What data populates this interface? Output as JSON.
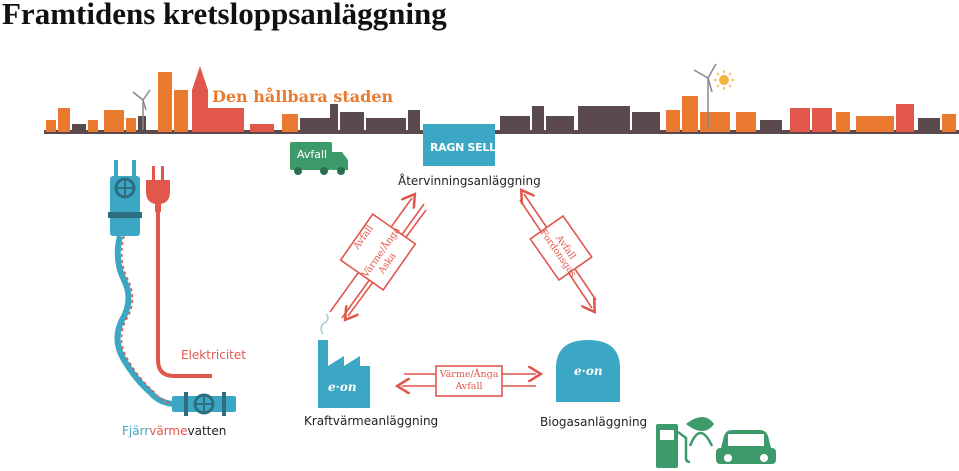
{
  "title": "Framtidens kretsloppsanläggning",
  "city": {
    "label": "Den hållbara staden"
  },
  "truck": {
    "label": "Avfall"
  },
  "recycling": {
    "logo_text": "RAGN SELLS",
    "label": "Återvinningsanläggning"
  },
  "left_flow": {
    "lines": [
      "Avfall",
      "Värme/Ånga",
      "Aska"
    ]
  },
  "right_flow": {
    "lines": [
      "Avfall",
      "Fordonsgas"
    ]
  },
  "middle_flow": {
    "lines": [
      "Värme/Ånga",
      "Avfall"
    ]
  },
  "electricity": {
    "label": "Elektricitet"
  },
  "district_heating": {
    "part1": "Fjärr",
    "part2": "värme",
    "part3": "vatten"
  },
  "chp_plant": {
    "logo": "e·on",
    "label": "Kraftvärmeanläggning"
  },
  "biogas_plant": {
    "logo": "e·on",
    "label": "Biogasanläggning"
  },
  "colors": {
    "red": "#e2574c",
    "blue": "#3ba7c4",
    "orange": "#ea7a2f",
    "dark": "#5a4a4e",
    "green": "#3d9a6a",
    "eon_blue": "#3ba7c4"
  },
  "icons": [
    "power-plug-icon",
    "pipe-valve-icon",
    "garbage-truck-icon",
    "wind-turbine-icon",
    "sun-icon",
    "fuel-pump-icon",
    "car-icon",
    "leaf-icon"
  ]
}
